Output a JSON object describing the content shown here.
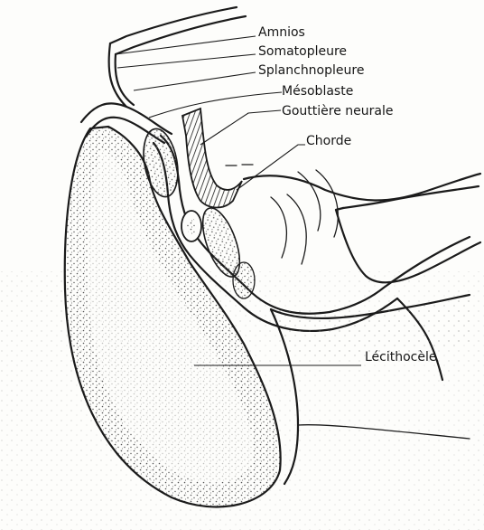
{
  "diagram": {
    "labels": {
      "amnios": "Amnios",
      "somatopleure": "Somatopleure",
      "splanchnopleure": "Splanchnopleure",
      "mesoblaste": "Mésoblaste",
      "gouttiere_neurale": "Gouttière neurale",
      "chorde": "Chorde",
      "lecithocele": "Lécithocèle"
    },
    "colors": {
      "ink": "#1b1b1b",
      "stipple": "#555555",
      "paper": "#fdfdfb"
    }
  }
}
